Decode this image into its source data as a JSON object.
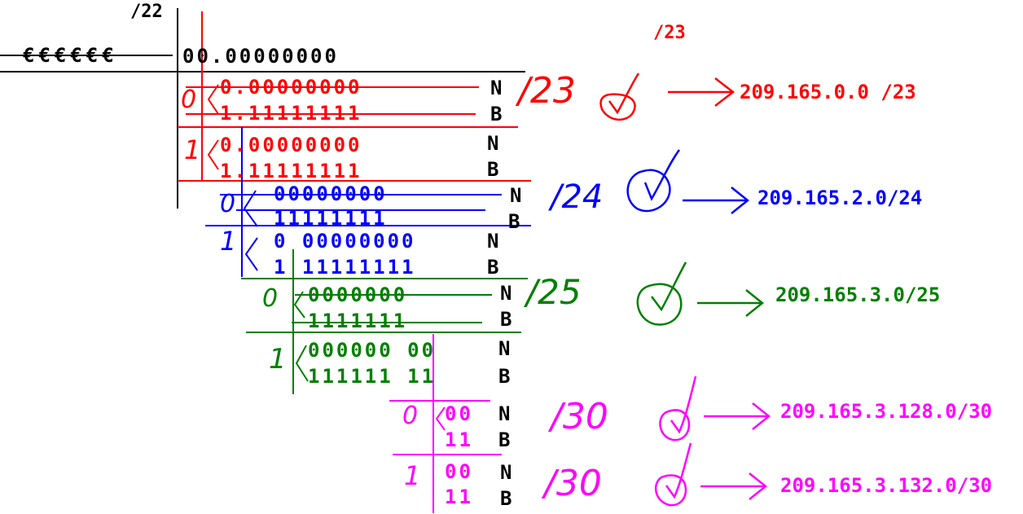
{
  "colors": {
    "black": "#000000",
    "red": "#ff0000",
    "blue": "#0000ff",
    "green": "#008000",
    "magenta": "#ff00ff"
  },
  "header": {
    "prefix_22": "/22",
    "prefix_23": "/23",
    "crossed_bits": "€€€€€€",
    "base_bits": "00.00000000"
  },
  "labels": {
    "n": "N",
    "b": "B"
  },
  "levels": [
    {
      "branch": "0",
      "n_bits": "0.00000000",
      "b_bits": "1.11111111",
      "handwritten_prefix": "/23",
      "result": "209.165.0.0 /23"
    },
    {
      "branch": "1",
      "n_bits": "0.00000000",
      "b_bits": "1.11111111"
    },
    {
      "branch": "0",
      "n_bits": "00000000",
      "b_bits": "11111111",
      "handwritten_prefix": "/24",
      "result": "209.165.2.0/24"
    },
    {
      "branch": "1",
      "n_bits": "0 00000000",
      "b_bits": "1 11111111"
    },
    {
      "branch": "0",
      "n_bits": "0000000",
      "b_bits": "1111111",
      "handwritten_prefix": "/25",
      "result": "209.165.3.0/25"
    },
    {
      "branch": "1",
      "n_bits": "000000 00",
      "b_bits": "111111 11"
    },
    {
      "branch": "0",
      "n_bits": "00",
      "b_bits": "11",
      "handwritten_prefix": "/30",
      "result": "209.165.3.128.0/30"
    },
    {
      "branch": "1",
      "n_bits": "00",
      "b_bits": "11",
      "handwritten_prefix": "/30",
      "result": "209.165.3.132.0/30"
    }
  ]
}
